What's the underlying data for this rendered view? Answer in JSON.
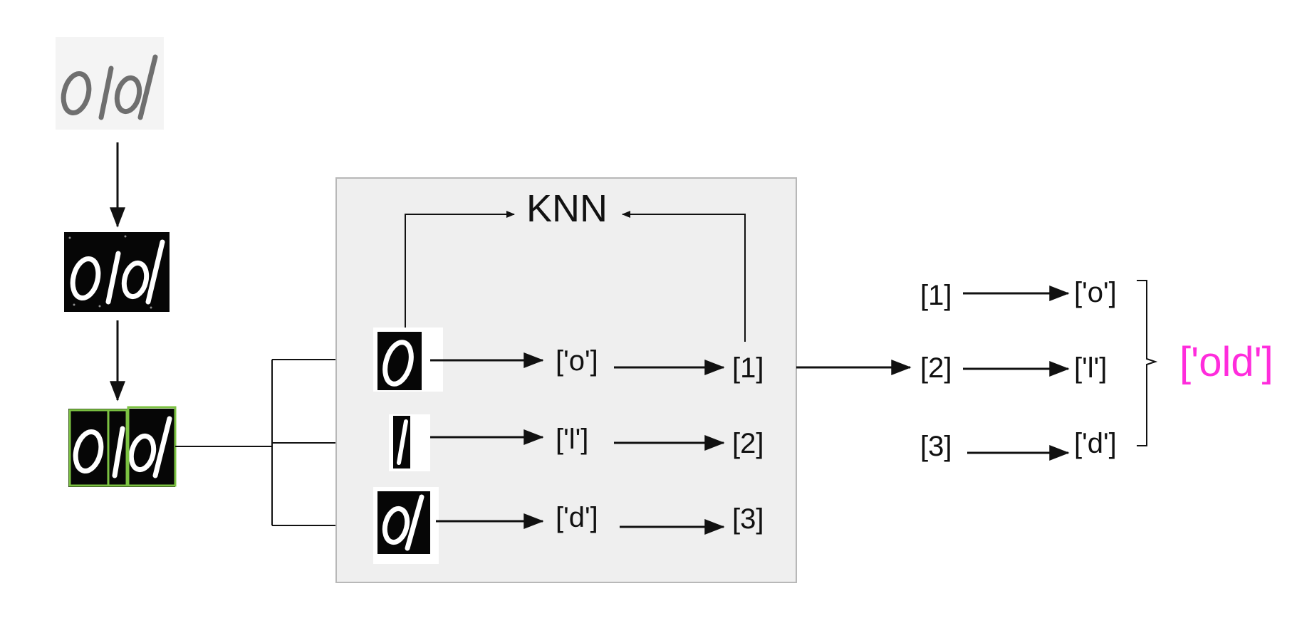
{
  "diagram": {
    "knn_label": "KNN",
    "predicted_chars": [
      "['o']",
      "['l']",
      "['d']"
    ],
    "class_indices": [
      "[1]",
      "[2]",
      "[3]"
    ],
    "mapping": {
      "indices": [
        "[1]",
        "[2]",
        "[3]"
      ],
      "chars": [
        "['o']",
        "['l']",
        "['d']"
      ]
    },
    "final_word": "['old']",
    "colors": {
      "final_word": "#ff2cdc",
      "segment_box": "#7cc242",
      "panel_fill": "#efefef",
      "panel_border": "#b8b8b8",
      "arrow": "#111111"
    }
  }
}
